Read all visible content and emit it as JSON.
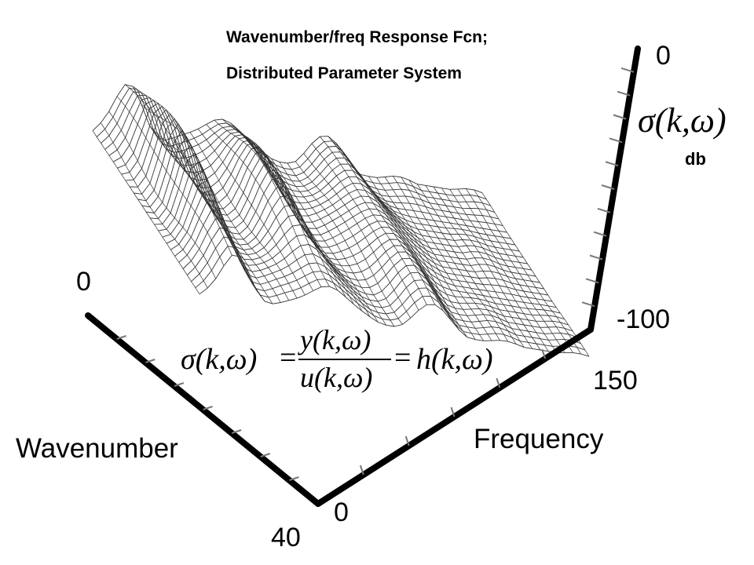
{
  "title_line1": "Wavenumber/freq Response Fcn;",
  "title_line2": "Distributed Parameter System",
  "chart_data": {
    "type": "surface",
    "z_axis": {
      "tick_labels": [
        "0",
        "-100"
      ],
      "range": [
        -100,
        0
      ],
      "unit": "db",
      "symbol": "σ(k,ω)"
    },
    "wavenumber_axis": {
      "label": "Wavenumber",
      "tick_labels": [
        "0",
        "40"
      ],
      "range": [
        0,
        40
      ]
    },
    "frequency_axis": {
      "label": "Frequency",
      "tick_labels": [
        "0",
        "150"
      ],
      "range": [
        0,
        150
      ]
    },
    "grid": true
  },
  "equation": {
    "lhs": "σ(k,ω)",
    "numerator": "y(k,ω)",
    "denominator": "u(k,ω)",
    "rhs": "h(k,ω)"
  }
}
